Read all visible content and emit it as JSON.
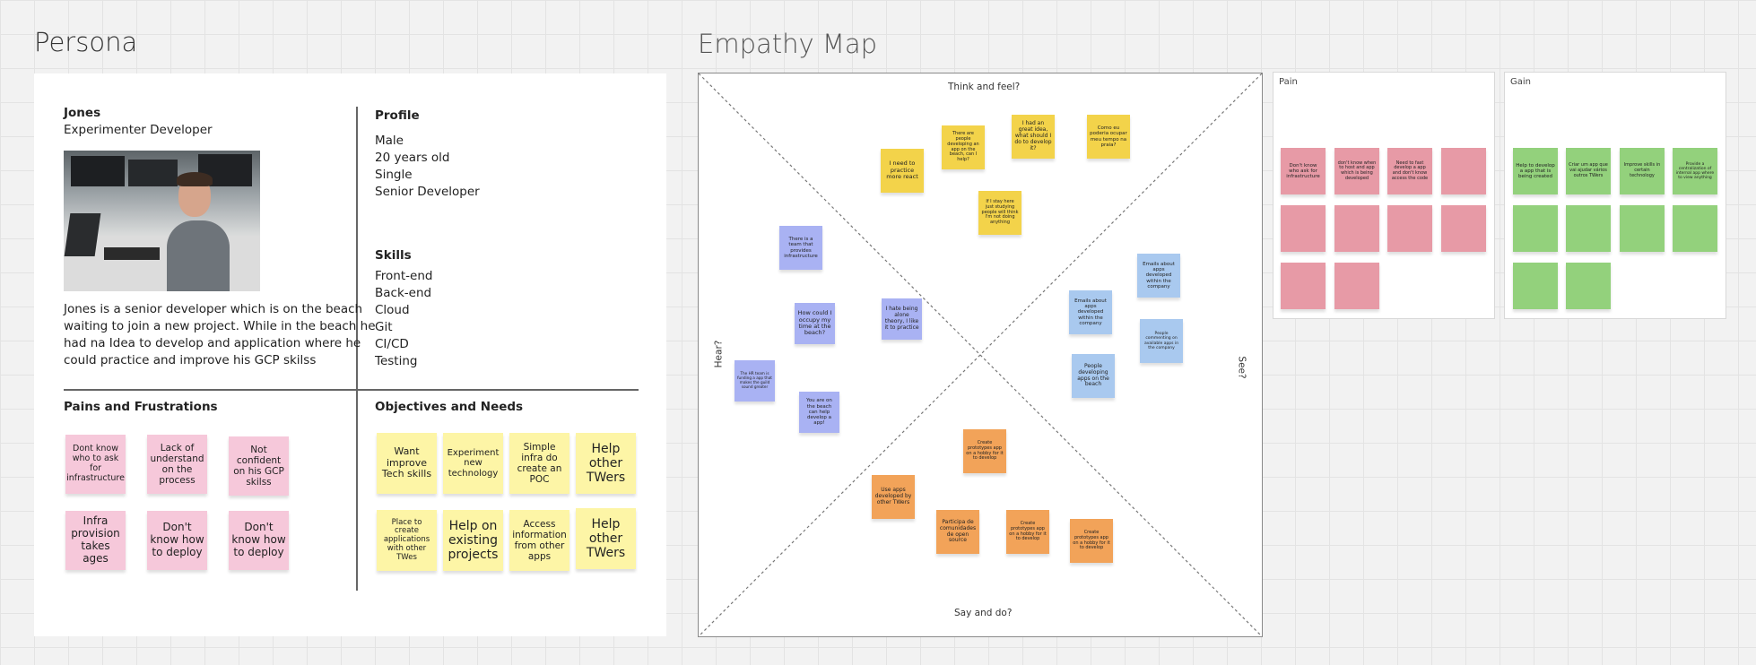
{
  "persona": {
    "title": "Persona",
    "name": "Jones",
    "role": "Experimenter Developer",
    "bio_lines": [
      "Jones is a senior developer which is on the beach",
      "waiting to join a new project. While in the beach he",
      "had na Idea to develop and application where he",
      "could practice and improve his GCP skilss"
    ],
    "profile": {
      "heading": "Profile",
      "items": [
        "Male",
        "20 years old",
        "Single",
        "Senior Developer"
      ]
    },
    "skills": {
      "heading": "Skills",
      "items": [
        "Front-end",
        "Back-end",
        "Cloud",
        "Git",
        "CI/CD",
        "Testing"
      ]
    },
    "pains": {
      "heading": "Pains and Frustrations",
      "notes": [
        "Dont know who to ask for infrastructure",
        "Lack of understand on the process",
        "Not confident on his GCP skilss",
        "Infra provision takes ages",
        "Don't know how to deploy",
        "Don't know how to deploy"
      ]
    },
    "objectives": {
      "heading": "Objectives and Needs",
      "notes": [
        "Want improve Tech skills",
        "Experiment new technology",
        "Simple infra do create an POC",
        "Help other TWers",
        "Place to create applications with other TWes",
        "Help on existing projects",
        "Access information from other apps",
        "Help other TWers"
      ]
    }
  },
  "empathy": {
    "title": "Empathy Map",
    "labels": {
      "top": "Think and feel?",
      "left": "Hear?",
      "right": "See?",
      "bottom": "Say and do?"
    },
    "think_notes": [
      "I need to practice more react",
      "There are people developing an app on the beach, can I help?",
      "I had an great idea, what should I do to develop it?",
      "Como eu poderia ocupar meu tempo na praia?",
      "If I stay here just studying people will think I'm not doing anything"
    ],
    "hear_notes": [
      "There is a team that provides infrastructure",
      "How could I occupy my time at the beach?",
      "I hate being alone theory, I like it to practice",
      "The HR team is funding a app that makes the guild sound greater",
      "You are on the beach can help develop a app!"
    ],
    "see_notes": [
      "Emails about apps developed within the company",
      "Emails about apps developed within the company",
      "People commenting on available apps in the company",
      "People developing apps on the beach"
    ],
    "say_notes": [
      "Create prototypes app on a hobby for it to develop",
      "Use apps developed by other TWers",
      "Participa de comunidades de open source",
      "Create prototypes app on a hobby for it to develop",
      "Create prototypes app on a hobby for it to develop"
    ]
  },
  "pain_board": {
    "title": "Pain",
    "notes": [
      "Don't know who ask for infrastructure",
      "don't know when to host and app which is being developed",
      "Need to fast develop a app and don't know access the code"
    ]
  },
  "gain_board": {
    "title": "Gain",
    "notes": [
      "Help to develop a app that is being created",
      "Criar um app que vai ajudar vários outros TWers",
      "Improve skills in certain technology",
      "Provide a centralization of internal app where to view anything"
    ]
  }
}
